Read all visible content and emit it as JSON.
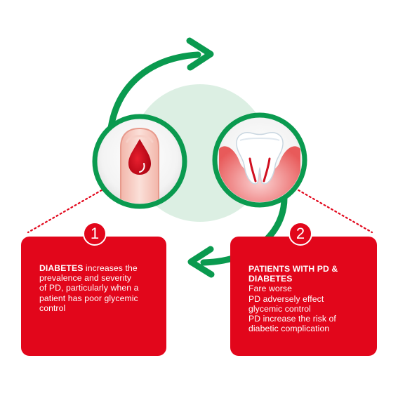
{
  "colors": {
    "accent_red": "#e2061b",
    "arrow_green": "#0a9a4f",
    "background_circle": "#dcefe3",
    "dotted_line": "#e2061b"
  },
  "icons": {
    "left_circle": "finger-blood-drop-icon",
    "right_circle": "inflamed-tooth-gum-icon",
    "top_arrow": "curved-arrow-right-icon",
    "bottom_arrow": "curved-arrow-left-icon"
  },
  "box1": {
    "number": "1",
    "heading": "DIABETES",
    "text_first_line_rest": " increases the",
    "text_lines": [
      "prevalence and severity",
      "of PD, particularly when a",
      "patient has poor glycemic",
      "control"
    ]
  },
  "box2": {
    "number": "2",
    "heading_lines": [
      "PATIENTS WITH PD &",
      "DIABETES"
    ],
    "text_lines": [
      "Fare worse",
      "PD adversely effect",
      "glycemic control",
      "PD increase the risk of",
      "diabetic complication"
    ]
  }
}
